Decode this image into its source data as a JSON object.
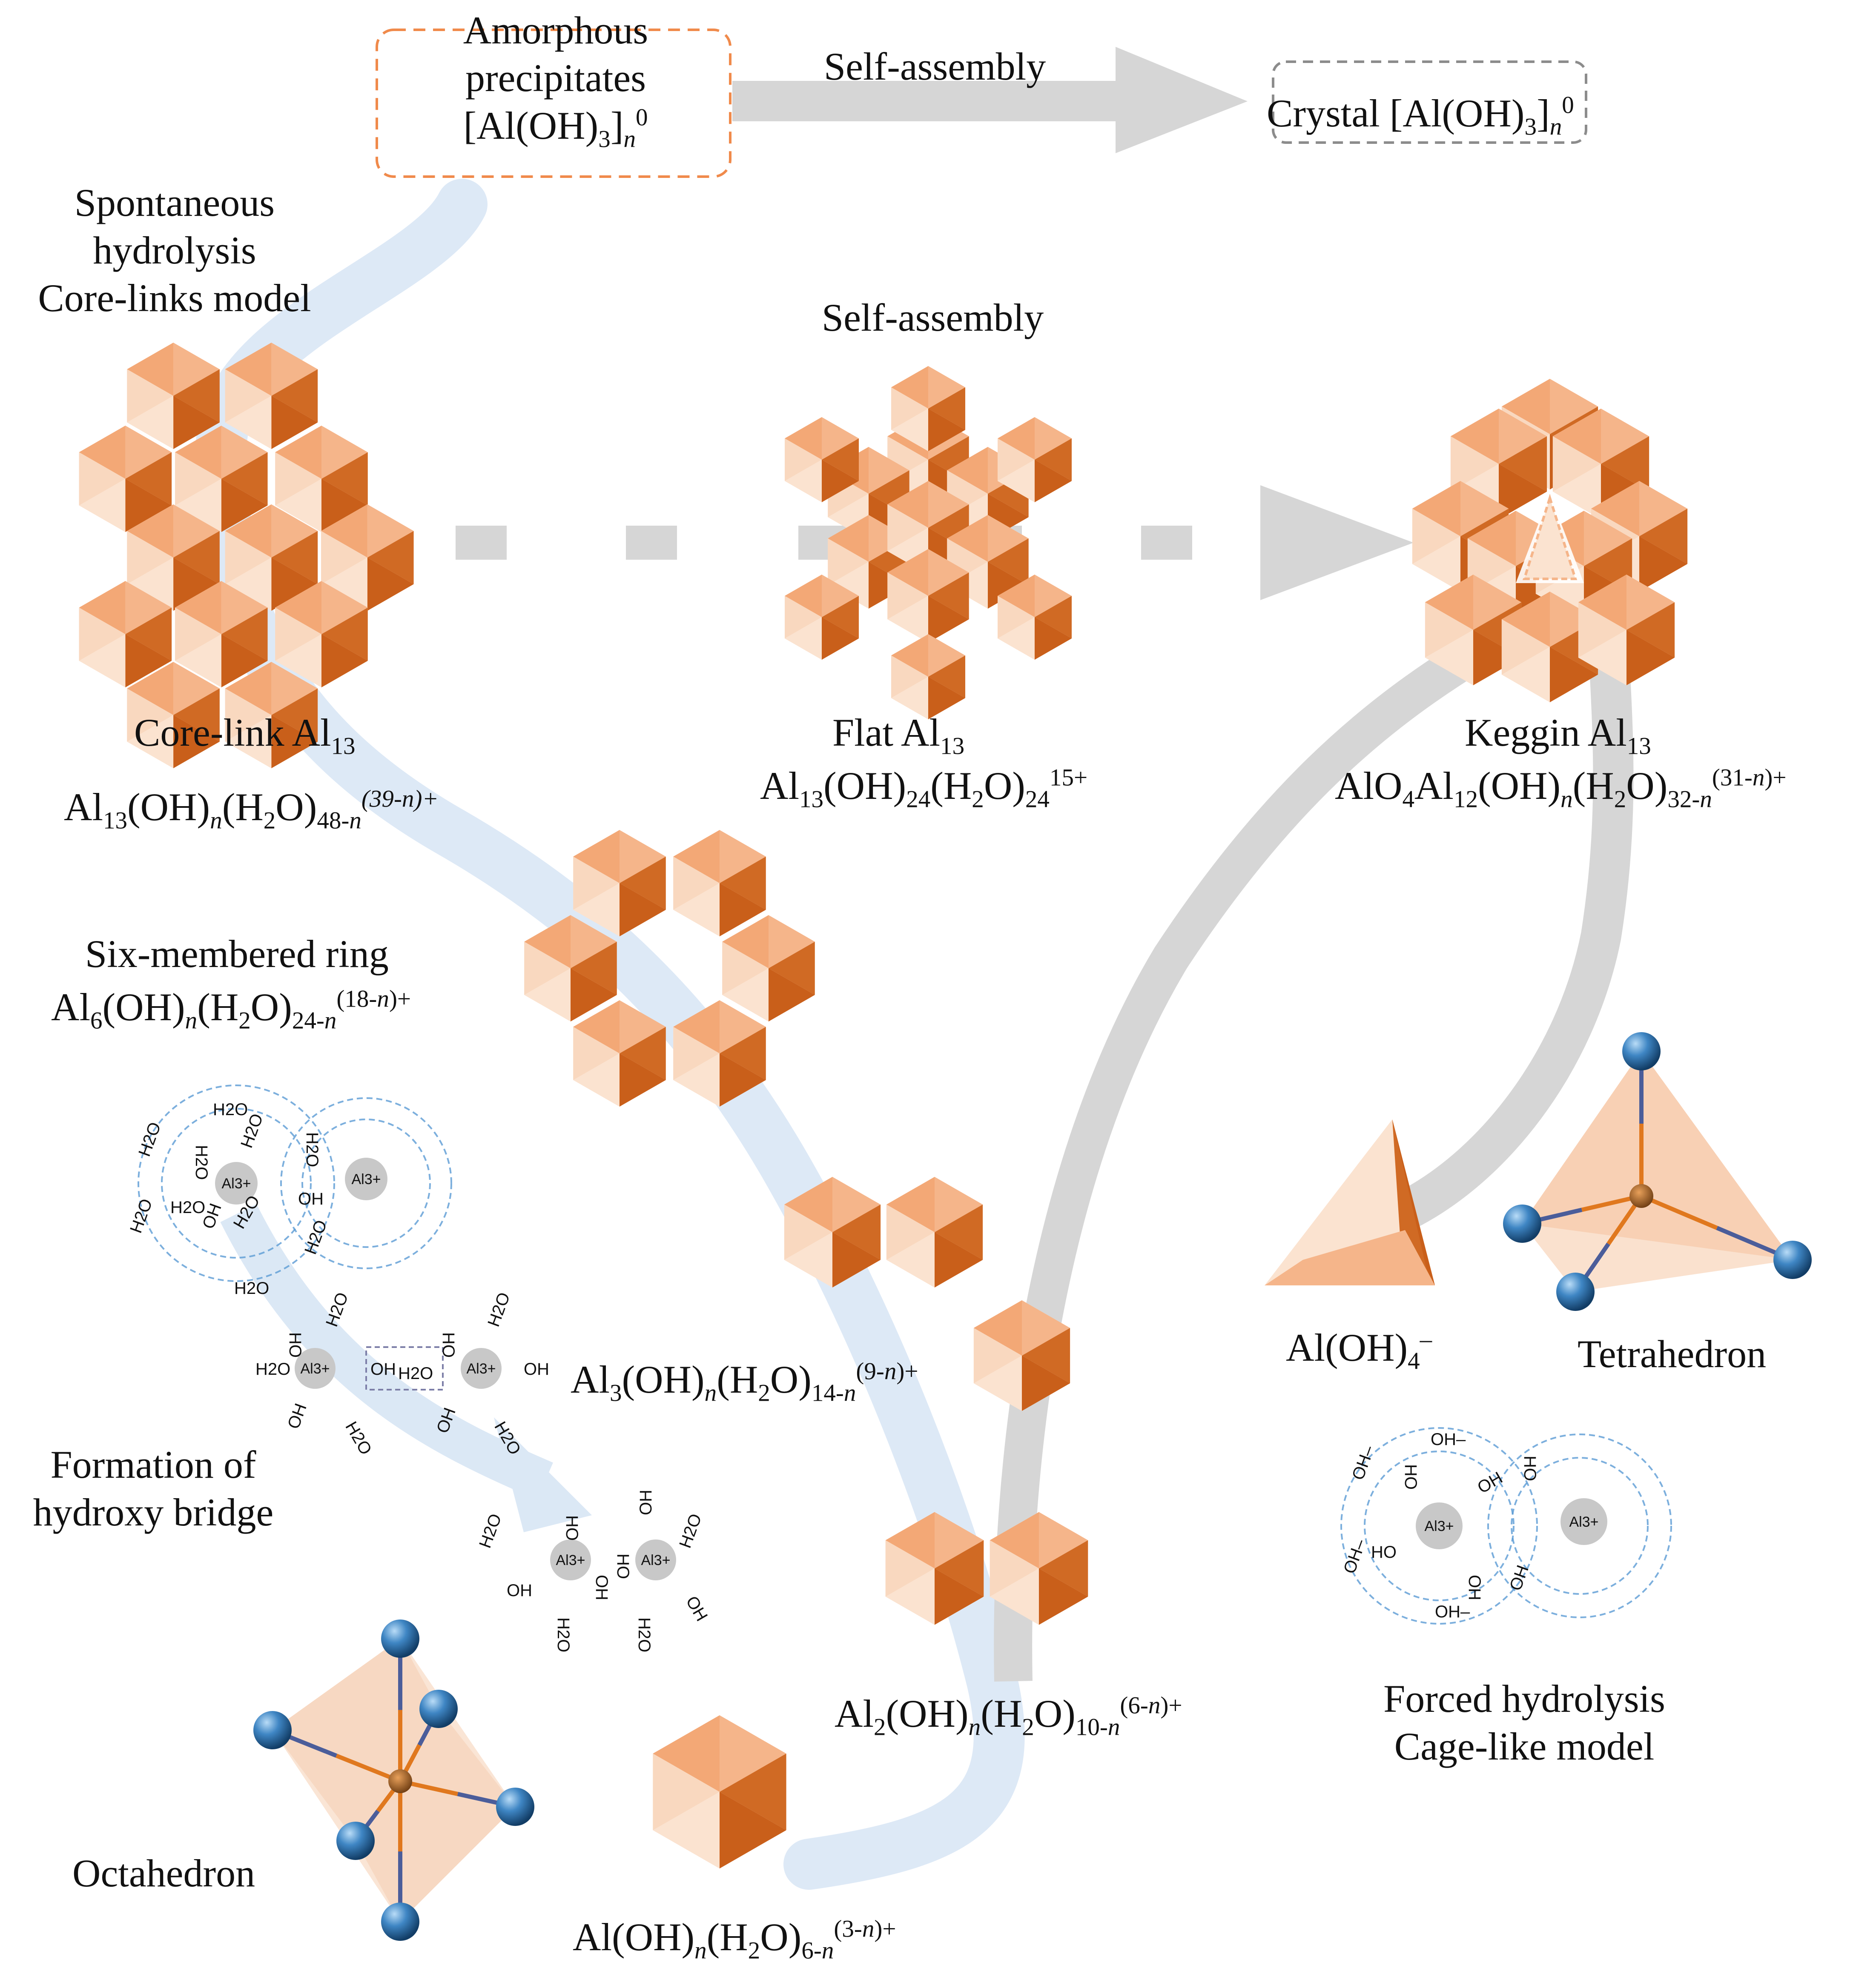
{
  "colors": {
    "octa_light": "#fbe3d0",
    "octa_mid": "#f5b58a",
    "octa_dark": "#c95f1a",
    "blue_path": "#dbe8f5",
    "grey_arrow": "#d6d6d6",
    "orange_dash": "#f08a4b",
    "grey_dash": "#8c8c8c",
    "atom_blue": "#2f6fa8",
    "bond_orange": "#e0781e",
    "ion_grey": "#c8c8c8",
    "shell_blue": "#5b9bd5"
  },
  "top": {
    "amorphous_line1": "Amorphous",
    "amorphous_line2": "precipitates",
    "amorphous_formula": "[Al(OH)3]n0",
    "self_assembly_top": "Self-assembly",
    "crystal": "Crystal [Al(OH)3]n0"
  },
  "left_title": {
    "line1": "Spontaneous",
    "line2": "hydrolysis",
    "line3": "Core-links model"
  },
  "middle_self_assembly": "Self-assembly",
  "species": {
    "core_link_name": "Core-link Al13",
    "core_link_formula": "Al13(OH)n(H2O)48-n(39-n)+",
    "flat_name": "Flat Al13",
    "flat_formula": "Al13(OH)24(H2O)2415+",
    "keggin_name": "Keggin Al13",
    "keggin_formula": "AlO4Al12(OH)n(H2O)32-n(31-n)+",
    "six_ring_name": "Six-membered ring",
    "six_ring_formula": "Al6(OH)n(H2O)24-n(18-n)+",
    "trimer_formula": "Al3(OH)n(H2O)14-n(9-n)+",
    "dimer_formula": "Al2(OH)n(H2O)10-n(6-n)+",
    "monomer_formula": "Al(OH)n(H2O)6-n(3-n)+",
    "aluminate": "Al(OH)4–"
  },
  "labels": {
    "hydroxy_line1": "Formation of",
    "hydroxy_line2": "hydroxy bridge",
    "octahedron": "Octahedron",
    "tetrahedron": "Tetrahedron",
    "forced_line1": "Forced hydrolysis",
    "forced_line2": "Cage-like model"
  },
  "ion_text": {
    "al3": "Al3+",
    "water": "H2O",
    "hydroxyl": "OH",
    "hydroxyl_rev": "HO",
    "hydroxide": "OH–"
  }
}
